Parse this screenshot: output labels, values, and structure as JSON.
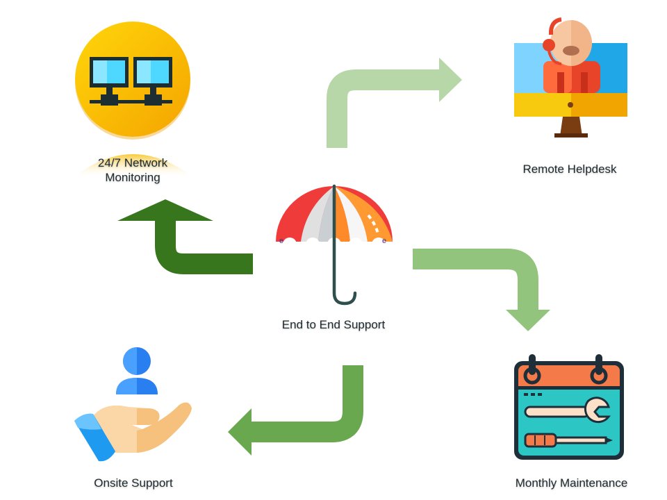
{
  "center": {
    "label": "End to End Support",
    "icon": "umbrella-icon"
  },
  "nodes": {
    "network": {
      "label_line1": "24/7 Network",
      "label_line2": "Monitoring",
      "icon": "network-computers-icon"
    },
    "helpdesk": {
      "label": "Remote Helpdesk",
      "icon": "helpdesk-operator-icon"
    },
    "maintenance": {
      "label": "Monthly Maintenance",
      "icon": "maintenance-calendar-tools-icon"
    },
    "onsite": {
      "label": "Onsite Support",
      "icon": "hand-person-support-icon"
    }
  },
  "colors": {
    "arrow_network": "#38761d",
    "arrow_helpdesk": "#b7d7a8",
    "arrow_maintenance": "#93c47d",
    "arrow_onsite": "#6aa84f"
  }
}
